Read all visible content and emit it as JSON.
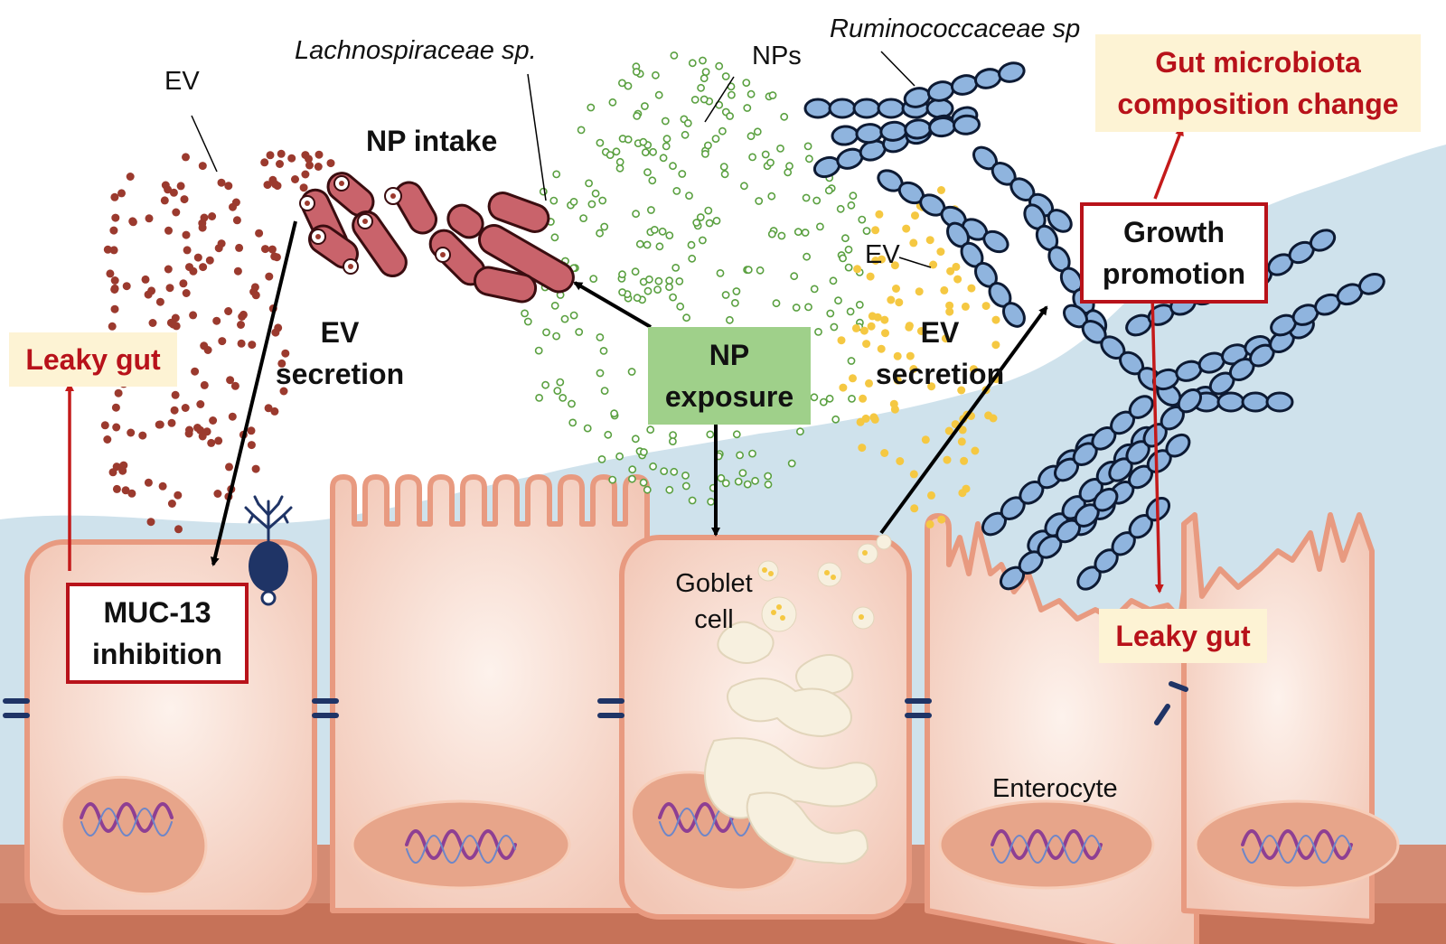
{
  "labels": {
    "ev_left": "EV",
    "lachno": "Lachnospiraceae sp.",
    "np_intake": "NP intake",
    "nps": "NPs",
    "rumino": "Ruminococcaceae sp",
    "ev_right": "EV",
    "ev_secretion_left": "EV secretion",
    "ev_secretion_right": "EV secretion",
    "np_exposure": "NP exposure",
    "goblet_cell": "Goblet cell",
    "enterocyte": "Enterocyte"
  },
  "boxes": {
    "gut_microbiota_change": "Gut microbiota composition change",
    "growth_promotion": "Growth promotion",
    "leaky_gut_left": "Leaky gut",
    "leaky_gut_right": "Leaky gut",
    "muc13_inhibition": "MUC-13 inhibition"
  },
  "colors": {
    "mucus_layer": "#cfe2ec",
    "cell_fill": "#f6d9cc",
    "cell_border": "#e89a80",
    "nucleus": "#e7a58a",
    "lachno_bacteria": "#c9636b",
    "rumino_bacteria": "#8fb4de",
    "ev_brown": "#9b3a2e",
    "ev_yellow": "#f5c842",
    "nanoparticle": "#5aa040",
    "red_arrow": "#c41a1a",
    "box_red_border": "#b8121a",
    "box_yellow_bg": "#fdf3d4",
    "box_green_bg": "#9fd08a",
    "tight_junction": "#1f3466"
  }
}
